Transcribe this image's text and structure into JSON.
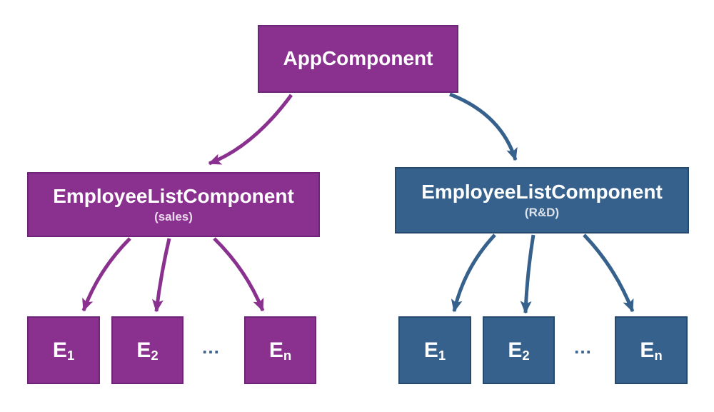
{
  "palette": {
    "purple": "#8a3190",
    "purple_border": "#6e2478",
    "blue": "#35618c",
    "blue_border": "#264a6e",
    "node_text": "#ffffff",
    "ellipsis_color": "#3c618c",
    "background": "#ffffff"
  },
  "diagram": {
    "root": {
      "label": "AppComponent",
      "color": "#8a3190"
    },
    "groups": [
      {
        "id": "sales",
        "color": "#8a3190",
        "parent": {
          "label": "EmployeeListComponent",
          "sublabel": "(sales)"
        },
        "children": [
          {
            "base": "E",
            "sub": "1"
          },
          {
            "base": "E",
            "sub": "2"
          },
          {
            "base": "E",
            "sub": "n"
          }
        ],
        "ellipsis": "…"
      },
      {
        "id": "rnd",
        "color": "#35618c",
        "parent": {
          "label": "EmployeeListComponent",
          "sublabel": "(R&D)"
        },
        "children": [
          {
            "base": "E",
            "sub": "1"
          },
          {
            "base": "E",
            "sub": "2"
          },
          {
            "base": "E",
            "sub": "n"
          }
        ],
        "ellipsis": "…"
      }
    ]
  }
}
